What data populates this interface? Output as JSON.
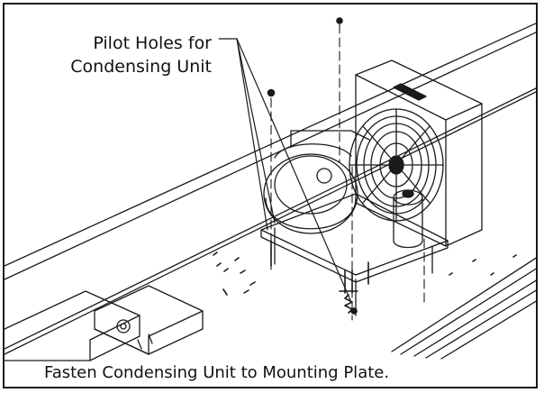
{
  "callout": {
    "line1": "Pilot Holes for",
    "line2": "Condensing Unit"
  },
  "caption": "Fasten Condensing Unit to Mounting Plate.",
  "colors": {
    "ink": "#1a1a1a",
    "background": "#ffffff"
  }
}
